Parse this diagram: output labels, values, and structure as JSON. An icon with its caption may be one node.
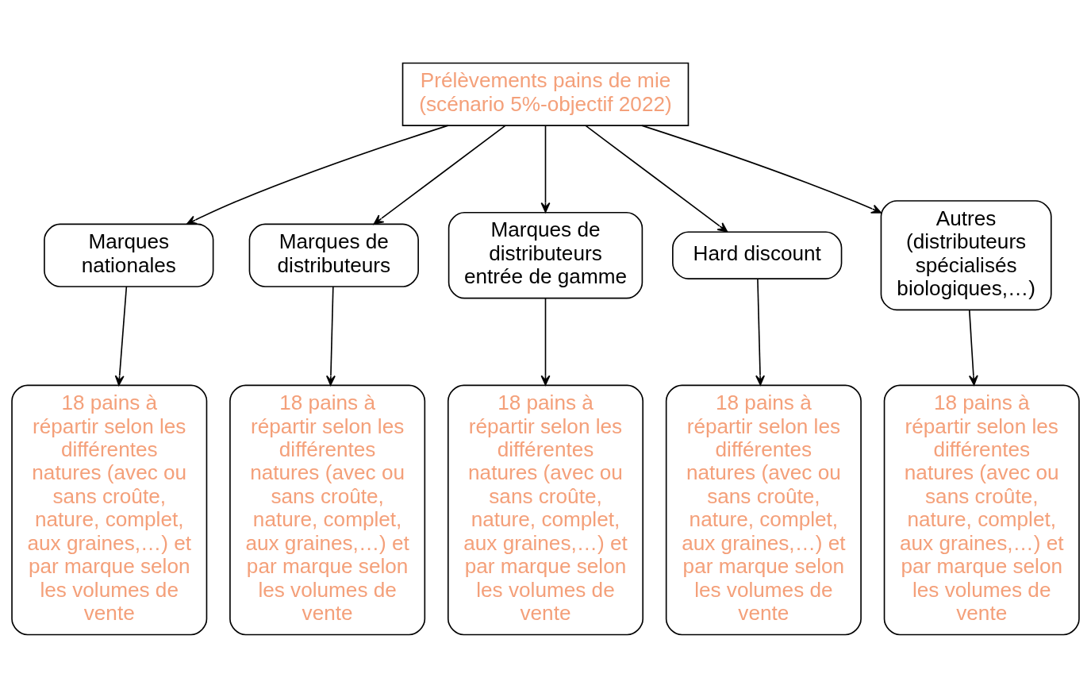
{
  "diagram": {
    "nodes": [
      {
        "text": [
          "Prélèvements pains de mie (scénario 5%-objectif 2022)"
        ]
      },
      {
        "text": [
          "Marques nationales"
        ]
      },
      {
        "text": [
          "Marques de distributeurs"
        ]
      },
      {
        "text": [
          "Marques de distributeurs entrée de gamme"
        ]
      },
      {
        "text": [
          "Hard discount"
        ]
      },
      {
        "text": [
          "Autres (distributeurs spécialisés biologiques,…)"
        ]
      },
      {
        "text": [
          "18 pains à répartir selon les différentes natures (avec ou sans croûte, nature, complet, aux graines,…) et par marque selon les volumes de vente"
        ]
      },
      {
        "text": [
          "18 pains à répartir selon les différentes natures (avec ou sans croûte, nature, complet, aux graines,…) et par marque selon les volumes de vente"
        ]
      },
      {
        "text": [
          "18 pains à répartir selon les différentes natures (avec ou sans croûte, nature, complet, aux graines,…) et par marque selon les volumes de vente"
        ]
      },
      {
        "text": [
          "18 pains à répartir selon les différentes natures (avec ou sans croûte, nature, complet, aux graines,…) et par marque selon les volumes de vente"
        ]
      },
      {
        "text": [
          "18 pains à répartir selon les différentes natures (avec ou sans croûte, nature, complet, aux graines,…) et par marque selon les volumes de vente"
        ]
      }
    ],
    "edges": [
      {
        "from": 0,
        "to": 1,
        "arrow": "to"
      },
      {
        "from": 0,
        "to": 2,
        "arrow": "to"
      },
      {
        "from": 0,
        "to": 3,
        "arrow": "to"
      },
      {
        "from": 0,
        "to": 4,
        "arrow": "to"
      },
      {
        "from": 0,
        "to": 5,
        "arrow": "to"
      },
      {
        "from": 1,
        "to": 6,
        "arrow": "to"
      },
      {
        "from": 2,
        "to": 7,
        "arrow": "to"
      },
      {
        "from": 3,
        "to": 8,
        "arrow": "to"
      },
      {
        "from": 4,
        "to": 9,
        "arrow": "to"
      },
      {
        "from": 5,
        "to": 10,
        "arrow": "to"
      }
    ]
  }
}
